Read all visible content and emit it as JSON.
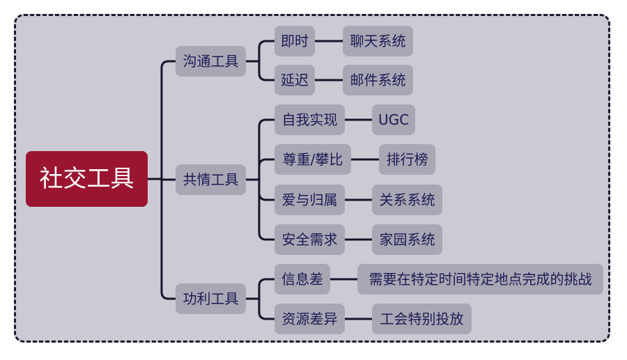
{
  "root": "社交工具",
  "branches": [
    {
      "label": "沟通工具",
      "children": [
        {
          "label": "即时",
          "leaf": "聊天系统"
        },
        {
          "label": "延迟",
          "leaf": "邮件系统"
        }
      ]
    },
    {
      "label": "共情工具",
      "children": [
        {
          "label": "自我实现",
          "leaf": "UGC"
        },
        {
          "label": "尊重/攀比",
          "leaf": "排行榜"
        },
        {
          "label": "爱与归属",
          "leaf": "关系系统"
        },
        {
          "label": "安全需求",
          "leaf": "家园系统"
        }
      ]
    },
    {
      "label": "功利工具",
      "children": [
        {
          "label": "信息差",
          "leaf": "需要在特定时间特定地点完成的挑战"
        },
        {
          "label": "资源差异",
          "leaf": "工会特别投放"
        }
      ]
    }
  ]
}
